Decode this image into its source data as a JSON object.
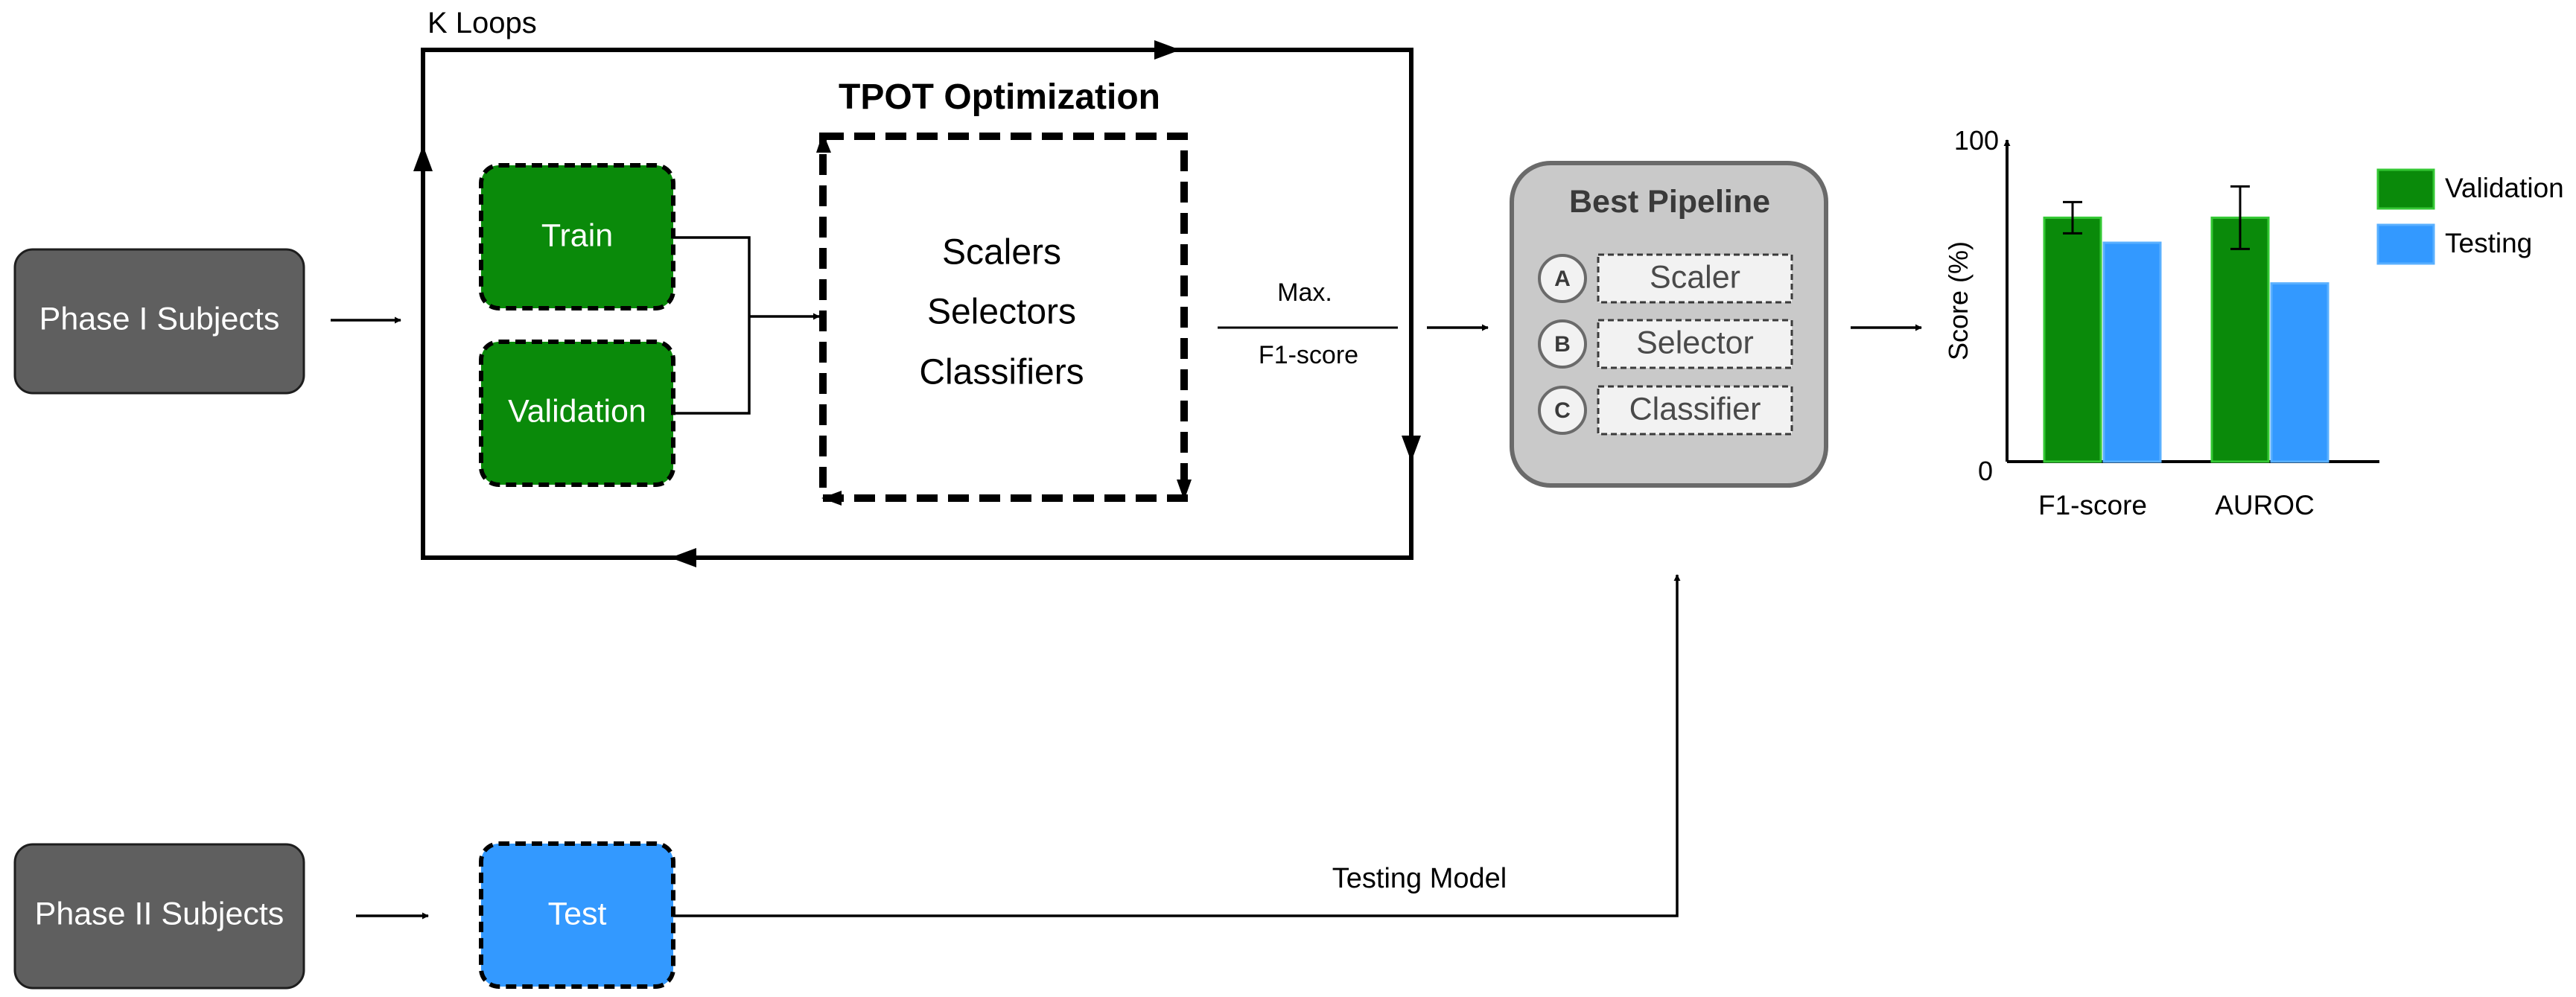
{
  "diagram": {
    "k_loops_label": "K Loops",
    "phase1_label": "Phase I Subjects",
    "phase2_label": "Phase II Subjects",
    "train_label": "Train",
    "validation_label": "Validation",
    "test_label": "Test",
    "tpot_title": "TPOT Optimization",
    "tpot_items": [
      "Scalers",
      "Selectors",
      "Classifiers"
    ],
    "max_label": "Max.",
    "f1_label": "F1-score",
    "testing_model_label": "Testing Model",
    "best_pipeline": {
      "title": "Best Pipeline",
      "steps": [
        {
          "badge": "A",
          "label": "Scaler"
        },
        {
          "badge": "B",
          "label": "Selector"
        },
        {
          "badge": "C",
          "label": "Classifier"
        }
      ]
    },
    "colors": {
      "phase_box": "#5f5f5f",
      "green": "#0a8a0a",
      "blue": "#3399ff",
      "pipeline_bg": "#c9c9c9",
      "pipeline_border": "#6a6a6a"
    }
  },
  "chart_data": {
    "type": "bar",
    "categories": [
      "F1-score",
      "AUROC"
    ],
    "series": [
      {
        "name": "Validation",
        "color": "#0a8a0a",
        "values": [
          78,
          78
        ],
        "error": [
          5,
          10
        ]
      },
      {
        "name": "Testing",
        "color": "#3399ff",
        "values": [
          70,
          57
        ]
      }
    ],
    "ylabel": "Score (%)",
    "ylim": [
      0,
      100
    ],
    "yticks": [
      0,
      100
    ],
    "legend": "right"
  }
}
